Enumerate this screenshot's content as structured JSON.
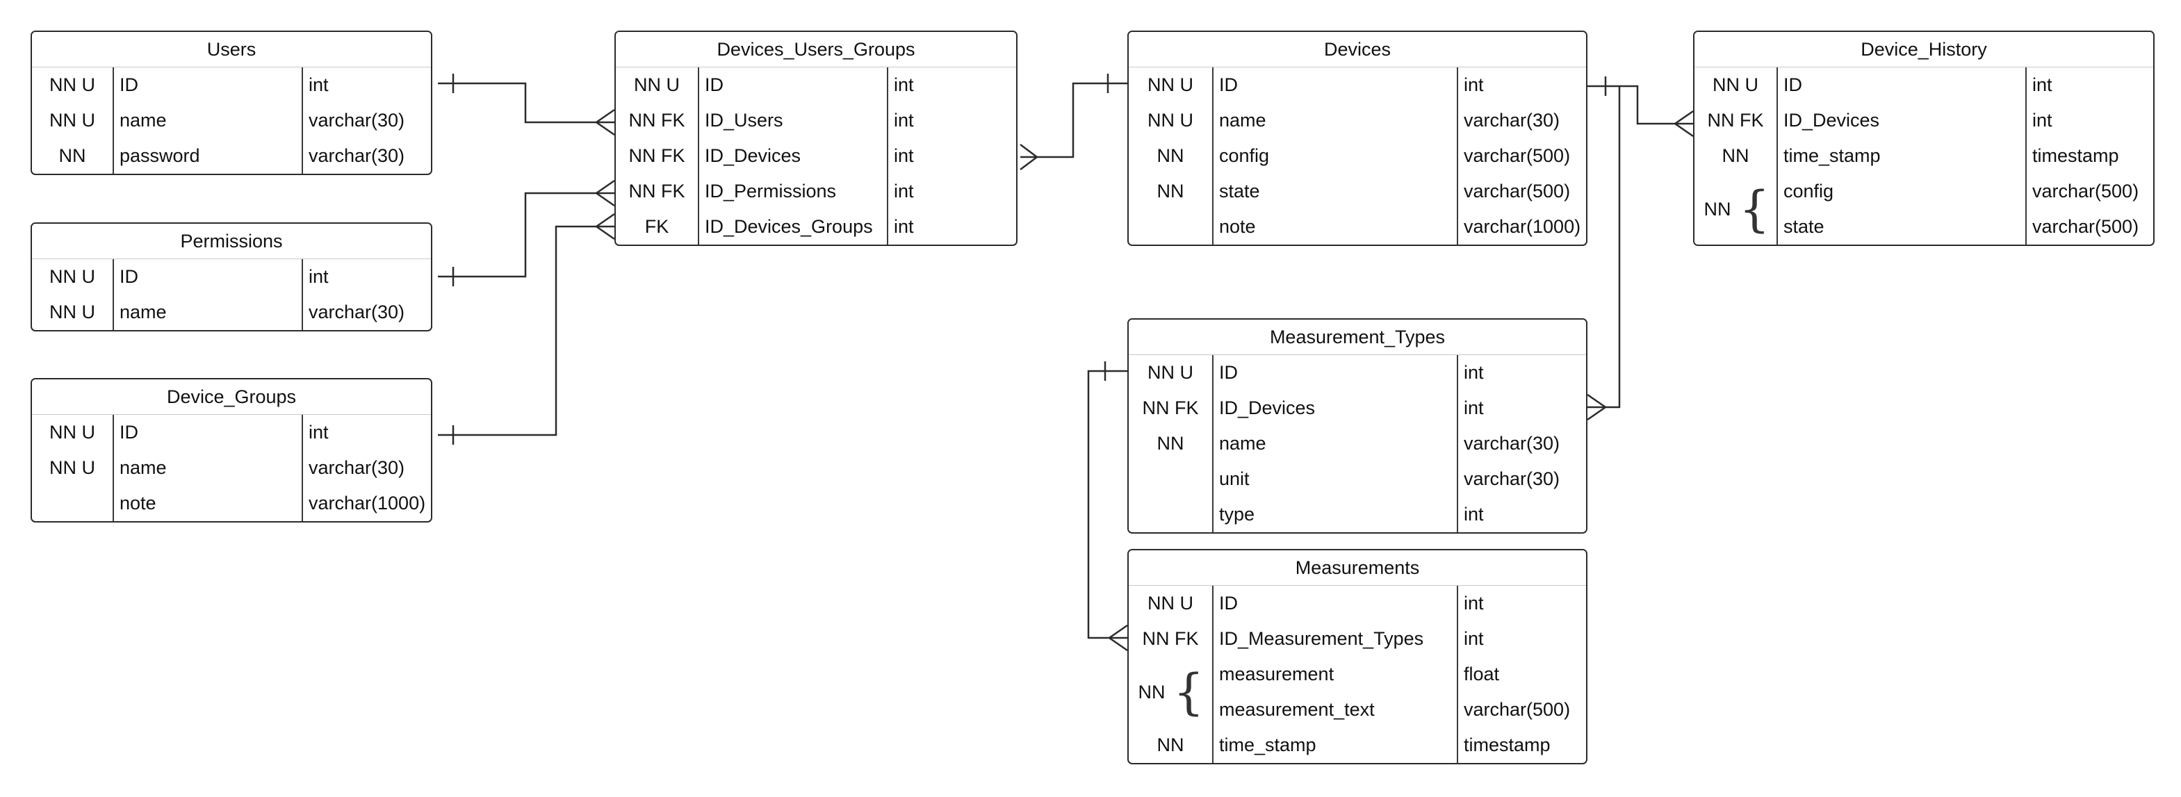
{
  "tables": {
    "users": {
      "title": "Users",
      "rows": [
        {
          "key": "NN U",
          "name": "ID",
          "type": "int"
        },
        {
          "key": "NN U",
          "name": "name",
          "type": "varchar(30)"
        },
        {
          "key": "NN",
          "name": "password",
          "type": "varchar(30)"
        }
      ]
    },
    "permissions": {
      "title": "Permissions",
      "rows": [
        {
          "key": "NN U",
          "name": "ID",
          "type": "int"
        },
        {
          "key": "NN U",
          "name": "name",
          "type": "varchar(30)"
        }
      ]
    },
    "device_groups": {
      "title": "Device_Groups",
      "rows": [
        {
          "key": "NN U",
          "name": "ID",
          "type": "int"
        },
        {
          "key": "NN U",
          "name": "name",
          "type": "varchar(30)"
        },
        {
          "key": "",
          "name": "note",
          "type": "varchar(1000)"
        }
      ]
    },
    "devices_users_groups": {
      "title": "Devices_Users_Groups",
      "rows": [
        {
          "key": "NN U",
          "name": "ID",
          "type": "int"
        },
        {
          "key": "NN FK",
          "name": "ID_Users",
          "type": "int"
        },
        {
          "key": "NN FK",
          "name": "ID_Devices",
          "type": "int"
        },
        {
          "key": "NN FK",
          "name": "ID_Permissions",
          "type": "int"
        },
        {
          "key": "FK",
          "name": "ID_Devices_Groups",
          "type": "int"
        }
      ]
    },
    "devices": {
      "title": "Devices",
      "rows": [
        {
          "key": "NN U",
          "name": "ID",
          "type": "int"
        },
        {
          "key": "NN U",
          "name": "name",
          "type": "varchar(30)"
        },
        {
          "key": "NN",
          "name": "config",
          "type": "varchar(500)"
        },
        {
          "key": "NN",
          "name": "state",
          "type": "varchar(500)"
        },
        {
          "key": "",
          "name": "note",
          "type": "varchar(1000)"
        }
      ]
    },
    "device_history": {
      "title": "Device_History",
      "rows": [
        {
          "key": "NN U",
          "name": "ID",
          "type": "int"
        },
        {
          "key": "NN FK",
          "name": "ID_Devices",
          "type": "int"
        },
        {
          "key": "NN",
          "name": "time_stamp",
          "type": "timestamp"
        },
        {
          "key": "",
          "name": "config",
          "type": "varchar(500)"
        },
        {
          "key": "",
          "name": "state",
          "type": "varchar(500)"
        }
      ],
      "group_label": "NN"
    },
    "measurement_types": {
      "title": "Measurement_Types",
      "rows": [
        {
          "key": "NN U",
          "name": "ID",
          "type": "int"
        },
        {
          "key": "NN FK",
          "name": "ID_Devices",
          "type": "int"
        },
        {
          "key": "NN",
          "name": "name",
          "type": "varchar(30)"
        },
        {
          "key": "",
          "name": "unit",
          "type": "varchar(30)"
        },
        {
          "key": "",
          "name": "type",
          "type": "int"
        }
      ]
    },
    "measurements": {
      "title": "Measurements",
      "rows": [
        {
          "key": "NN U",
          "name": "ID",
          "type": "int"
        },
        {
          "key": "NN FK",
          "name": "ID_Measurement_Types",
          "type": "int"
        },
        {
          "key": "",
          "name": "measurement",
          "type": "float"
        },
        {
          "key": "",
          "name": "measurement_text",
          "type": "varchar(500)"
        },
        {
          "key": "NN",
          "name": "time_stamp",
          "type": "timestamp"
        }
      ],
      "group_label": "NN"
    }
  },
  "colors": {
    "line": "#2b2b2b",
    "border": "#2b2b2b"
  }
}
